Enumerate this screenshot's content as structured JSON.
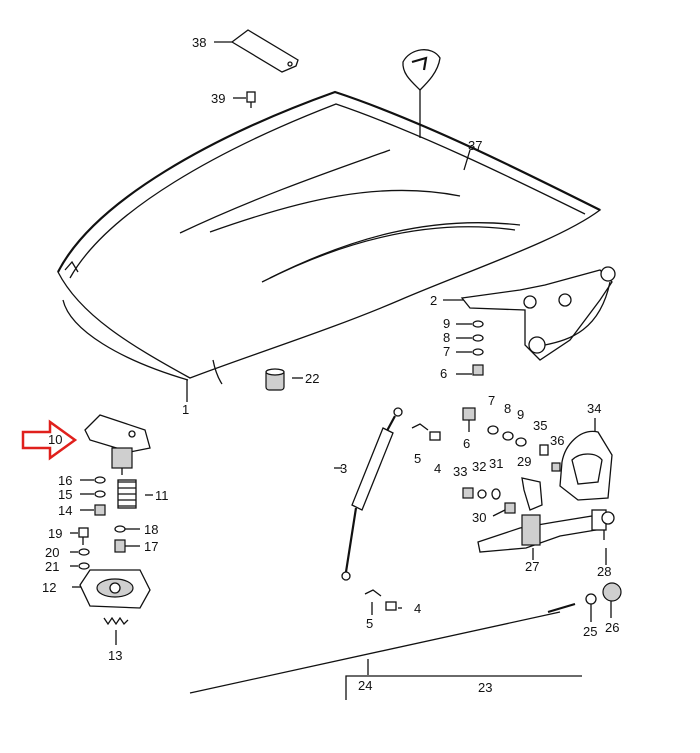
{
  "callouts": {
    "c1": "1",
    "c2": "2",
    "c3": "3",
    "c4a": "4",
    "c4b": "4",
    "c5a": "5",
    "c5b": "5",
    "c6a": "6",
    "c6b": "6",
    "c7a": "7",
    "c7b": "7",
    "c8a": "8",
    "c8b": "8",
    "c9a": "9",
    "c9b": "9",
    "c10": "10",
    "c11": "11",
    "c12": "12",
    "c13": "13",
    "c14": "14",
    "c15": "15",
    "c16": "16",
    "c17": "17",
    "c18": "18",
    "c19": "19",
    "c20": "20",
    "c21": "21",
    "c22": "22",
    "c23": "23",
    "c24": "24",
    "c25": "25",
    "c26": "26",
    "c27": "27",
    "c28": "28",
    "c29": "29",
    "c30": "30",
    "c31": "31",
    "c32": "32",
    "c33": "33",
    "c34": "34",
    "c35": "35",
    "c36": "36",
    "c37": "37",
    "c38": "38",
    "c39": "39"
  },
  "highlight": {
    "arrow_color": "#e0201c",
    "highlighted_part": "10"
  }
}
